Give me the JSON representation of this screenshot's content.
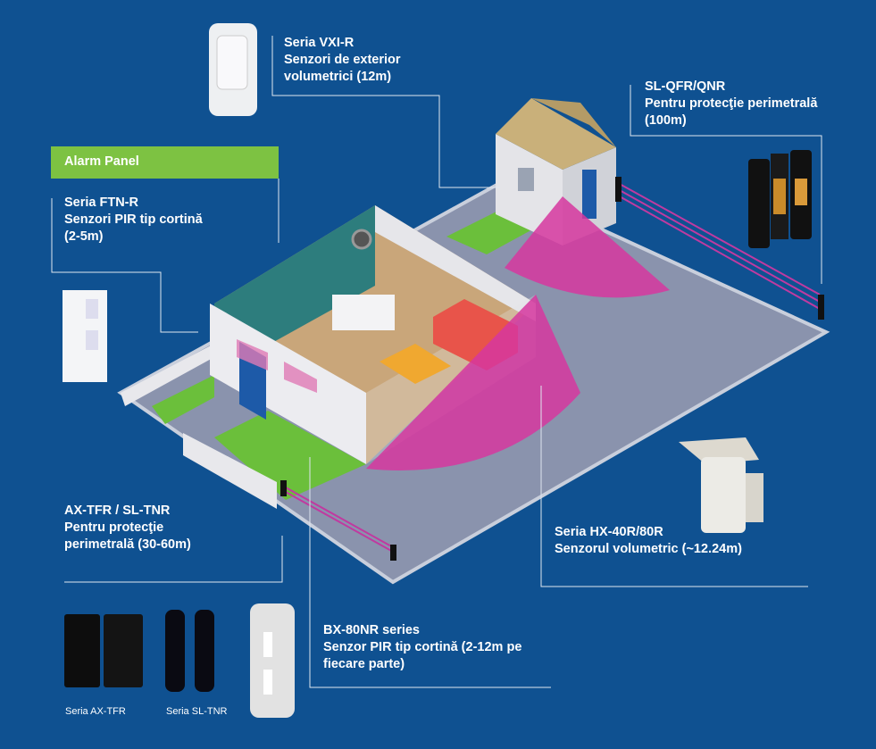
{
  "labels": {
    "vxi": {
      "title": "Seria VXI-R",
      "lines": [
        "Senzori de exterior",
        "volumetrici (12m)"
      ]
    },
    "slqfr": {
      "title": "SL-QFR/QNR",
      "lines": [
        "Pentru protecţie perimetrală",
        "(100m)"
      ]
    },
    "alarm_panel": "Alarm Panel",
    "ftn": {
      "title": "Seria FTN-R",
      "lines": [
        "Senzori PIR tip cortină",
        "(2-5m)"
      ]
    },
    "axtfr": {
      "title": "AX-TFR / SL-TNR",
      "lines": [
        "Pentru protecţie",
        "perimetrală (30-60m)"
      ]
    },
    "hx": {
      "title": "Seria HX-40R/80R",
      "lines": [
        "Senzorul volumetric (~12.24m)"
      ]
    },
    "bx": {
      "title": "BX-80NR series",
      "lines": [
        "Senzor PIR tip cortină (2-12m pe",
        "fiecare parte)"
      ]
    }
  },
  "captions": {
    "ax_tfr": "Seria AX-TFR",
    "sl_tnr": "Seria SL-TNR"
  },
  "colors": {
    "background": "#0f5191",
    "accent_green": "#7dc242",
    "detection_magenta": "#d6379f"
  }
}
